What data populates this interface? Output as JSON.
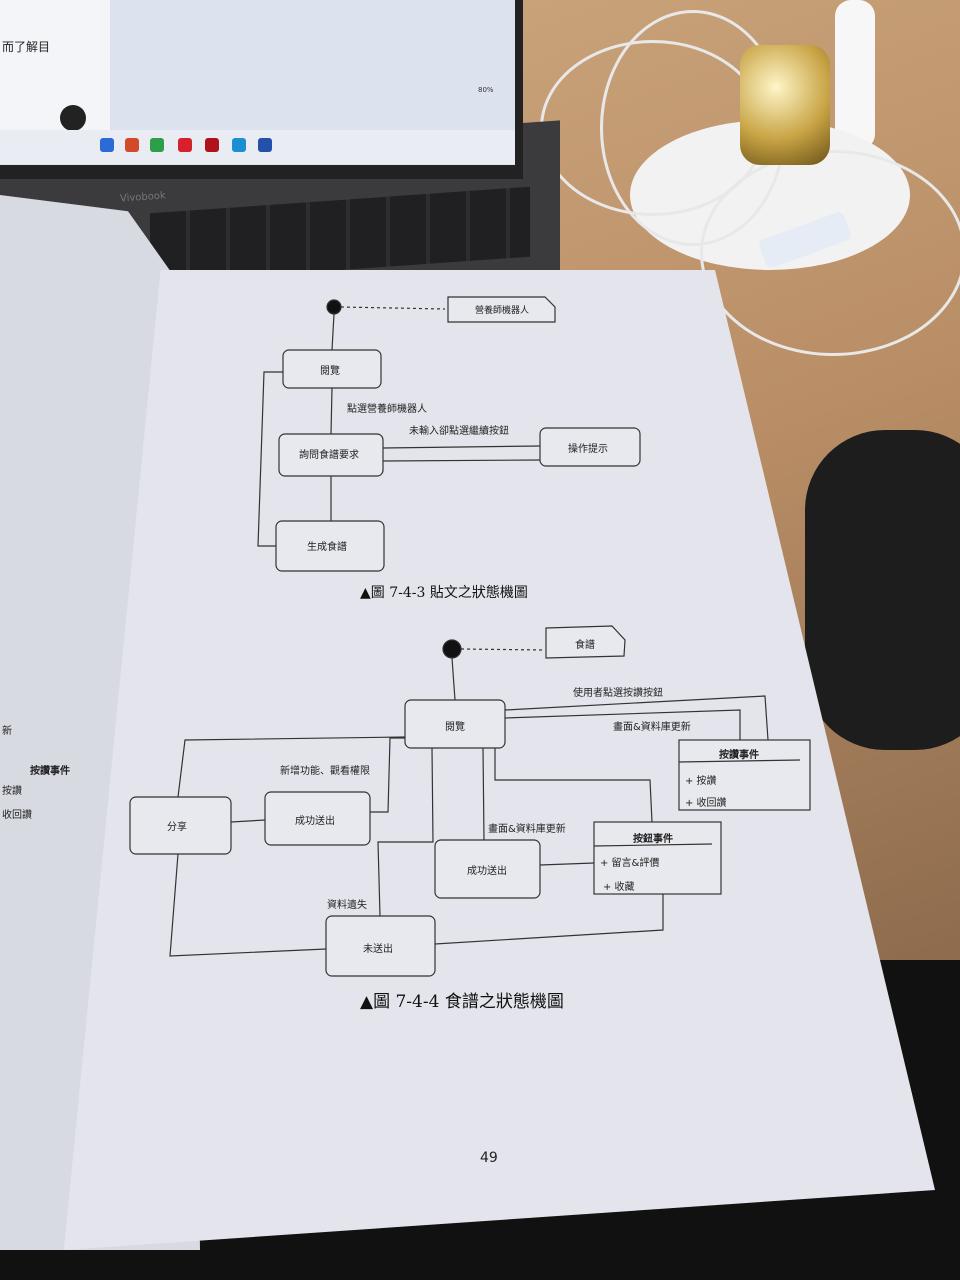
{
  "laptop": {
    "chat_text": "而了解目",
    "zoom": "80%",
    "brand": "Vivobook"
  },
  "diagram_743": {
    "note": "營養師機器人",
    "state_home": "閱覽",
    "transition_click": "點選營養師機器人",
    "state_ask": "詢問食譜要求",
    "transition_not_input": "未輸入卻點選繼續按鈕",
    "state_hint": "操作提示",
    "state_generate": "生成食譜",
    "caption": "圖 7-4-3 貼文之狀態機圖"
  },
  "diagram_744": {
    "note": "食譜",
    "state_home": "閱覽",
    "transition_user_click": "使用者點選按讚按鈕",
    "transition_refresh_top": "畫面&資料庫更新",
    "class_like_title": "按讚事件",
    "class_like_items": [
      "+ 按讚",
      "+ 收回讚"
    ],
    "transition_new_feature": "新增功能、觀看權限",
    "state_share": "分享",
    "state_sent_1": "成功送出",
    "transition_refresh_mid": "畫面&資料庫更新",
    "class_button_title": "按鈕事件",
    "class_button_items": [
      "+ 留言&評價",
      "+ 收藏"
    ],
    "state_sent_2": "成功送出",
    "transition_data_lost": "資料遺失",
    "state_unsent": "未送出",
    "caption": "圖 7-4-4 食譜之狀態機圖"
  },
  "left_page": {
    "partial_labels": [
      "新",
      "按讚事件",
      "按讚",
      "收回讚"
    ]
  },
  "page_number": "49"
}
